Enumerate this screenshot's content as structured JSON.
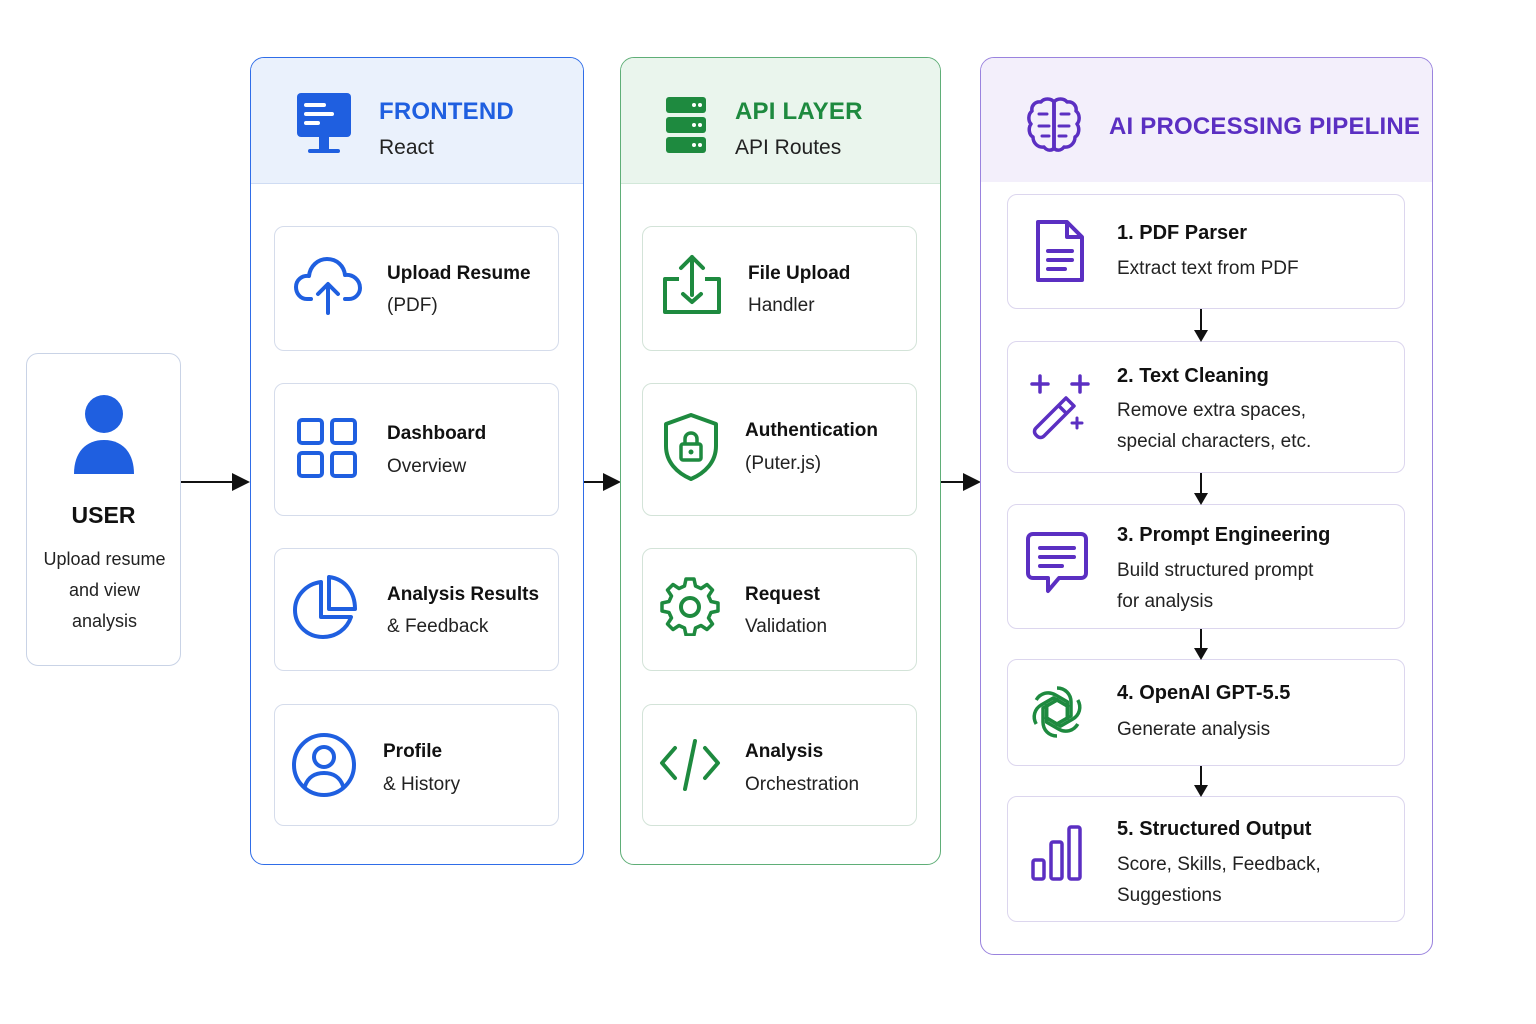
{
  "user": {
    "title": "USER",
    "desc_line1": "Upload resume",
    "desc_line2": "and view",
    "desc_line3": "analysis"
  },
  "frontend": {
    "title": "FRONTEND",
    "subtitle": "React",
    "color": "#1f5fe0",
    "cards": [
      {
        "title": "Upload Resume",
        "sub": "(PDF)",
        "icon": "cloud-upload-icon"
      },
      {
        "title": "Dashboard",
        "sub": "Overview",
        "icon": "grid-icon"
      },
      {
        "title": "Analysis Results",
        "sub": "& Feedback",
        "icon": "pie-chart-icon"
      },
      {
        "title": "Profile",
        "sub": "& History",
        "icon": "user-circle-icon"
      }
    ]
  },
  "api": {
    "title": "API LAYER",
    "subtitle": "API Routes",
    "color": "#1e8a3f",
    "cards": [
      {
        "title": "File Upload",
        "sub": "Handler",
        "icon": "file-upload-icon"
      },
      {
        "title": "Authentication",
        "sub": "(Puter.js)",
        "icon": "shield-lock-icon"
      },
      {
        "title": "Request",
        "sub": "Validation",
        "icon": "gear-icon"
      },
      {
        "title": "Analysis",
        "sub": "Orchestration",
        "icon": "code-icon"
      }
    ]
  },
  "ai": {
    "title": "AI PROCESSING PIPELINE",
    "color": "#5b2fc2",
    "steps": [
      {
        "title": "1. PDF Parser",
        "desc1": "Extract text from PDF",
        "desc2": "",
        "icon": "document-icon"
      },
      {
        "title": "2. Text Cleaning",
        "desc1": "Remove extra spaces,",
        "desc2": "special characters, etc.",
        "icon": "magic-wand-icon"
      },
      {
        "title": "3. Prompt Engineering",
        "desc1": "Build structured prompt",
        "desc2": "for analysis",
        "icon": "chat-icon"
      },
      {
        "title": "4. OpenAI GPT-5.5",
        "desc1": "Generate analysis",
        "desc2": "",
        "icon": "openai-icon"
      },
      {
        "title": "5. Structured Output",
        "desc1": "Score, Skills, Feedback,",
        "desc2": "Suggestions",
        "icon": "bar-chart-icon"
      }
    ]
  }
}
